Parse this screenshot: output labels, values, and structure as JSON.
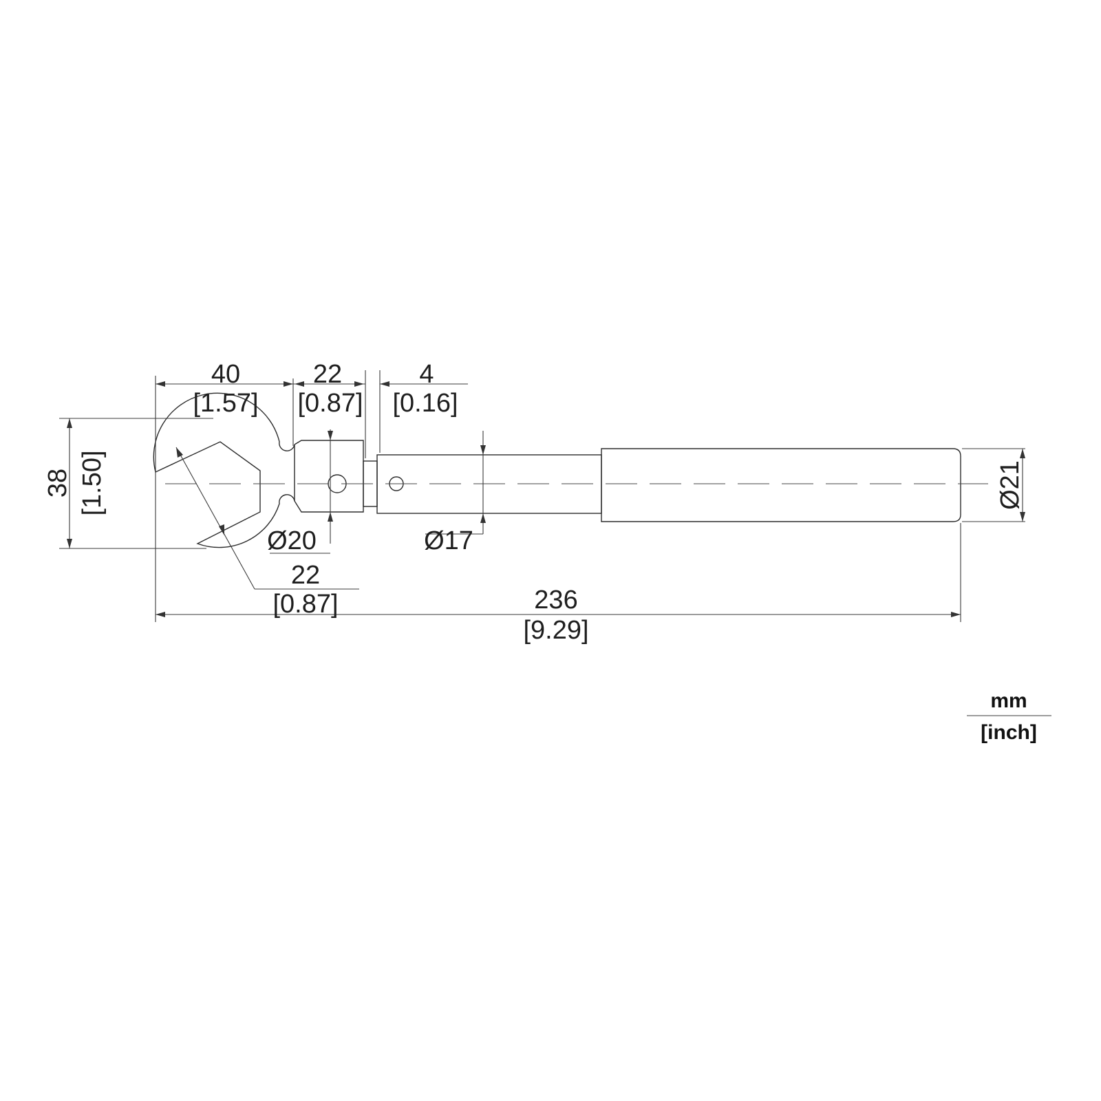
{
  "colors": {
    "line": "#2b2b2b",
    "text": "#1e1e1e",
    "background": "#ffffff"
  },
  "dimensions": {
    "head_length": {
      "mm": "40",
      "inch": "[1.57]"
    },
    "head_height": {
      "mm": "38",
      "inch": "[1.50]"
    },
    "collar_length": {
      "mm": "22",
      "inch": "[0.87]"
    },
    "gap_length": {
      "mm": "4",
      "inch": "[0.16]"
    },
    "collar_diameter": {
      "mm": "Ø20"
    },
    "shaft_diameter": {
      "mm": "Ø17"
    },
    "grip_diameter": {
      "mm": "Ø21"
    },
    "jaw_opening": {
      "mm": "22",
      "inch": "[0.87]"
    },
    "overall_length": {
      "mm": "236",
      "inch": "[9.29]"
    }
  },
  "units_legend": {
    "top": "mm",
    "bottom": "[inch]"
  }
}
